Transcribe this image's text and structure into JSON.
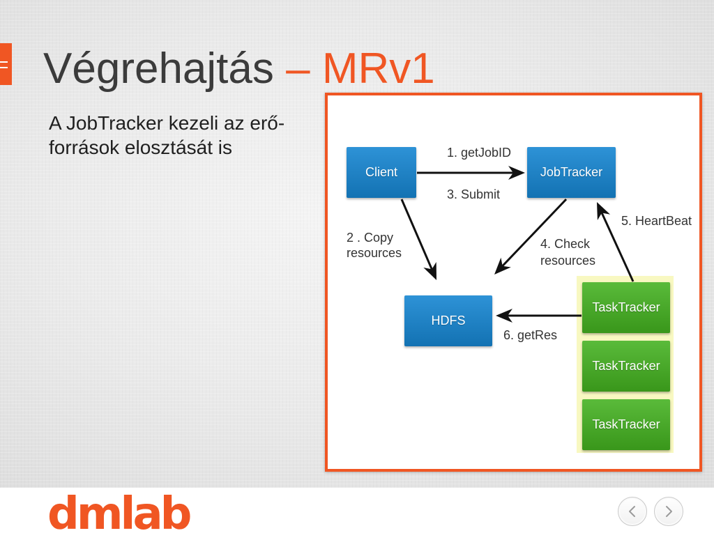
{
  "slide": {
    "title": {
      "main": "Végrehajtás",
      "accent": "– MRv1"
    },
    "body_lines": [
      "A JobTracker kezeli az erő-",
      "források elosztását is"
    ]
  },
  "diagram": {
    "nodes": [
      {
        "label": "Client"
      },
      {
        "label": "JobTracker"
      },
      {
        "label": "HDFS"
      },
      {
        "label": "TaskTracker"
      },
      {
        "label": "TaskTracker"
      },
      {
        "label": "TaskTracker"
      }
    ],
    "edges": [
      {
        "from": 0,
        "to": 1,
        "label": "1. getJobID"
      },
      {
        "from": 0,
        "to": 2,
        "label": "2 . Copy resources"
      },
      {
        "from": 0,
        "to": 1,
        "label": "3. Submit"
      },
      {
        "from": 1,
        "to": 2,
        "label": "4. Check resources"
      },
      {
        "from": 3,
        "to": 1,
        "label": "5. HeartBeat"
      },
      {
        "from": 3,
        "to": 2,
        "label": "6. getRes"
      }
    ]
  },
  "footer": {
    "logo": "dmlab"
  },
  "icons": {
    "menu": "menu-icon",
    "prev": "chevron-left-icon",
    "next": "chevron-right-icon"
  },
  "colors": {
    "accent": "#f05623",
    "node_blue": "#1686d2",
    "node_green": "#43b11f",
    "task_group_bg": "#f8f8c1",
    "title_text": "#3b3b3b"
  }
}
